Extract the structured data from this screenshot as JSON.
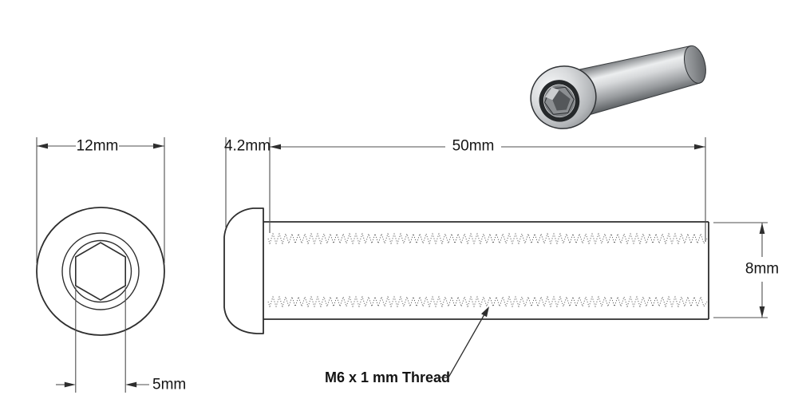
{
  "drawing": {
    "front_view": {
      "head_diameter_label": "12mm",
      "hex_socket_label": "5mm"
    },
    "side_view": {
      "head_height_label": "4.2mm",
      "shaft_length_label": "50mm",
      "shaft_diameter_label": "8mm",
      "thread_label": "M6 x 1 mm Thread"
    },
    "colors": {
      "background": "#ffffff",
      "line": "#2e2e2e",
      "dim_line": "#4f4f4f",
      "text": "#141414",
      "render_highlight": "#eff0f1",
      "render_midtone": "#b0b3b6",
      "render_shadow": "#63666a"
    }
  }
}
